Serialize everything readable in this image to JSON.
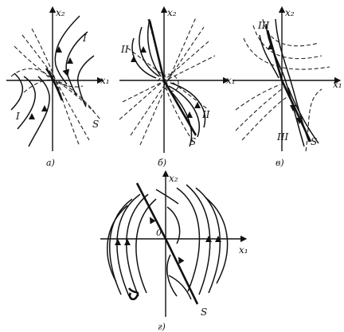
{
  "axis_labels": {
    "x1": "x₁",
    "x2": "x₂"
  },
  "origin_label": "0",
  "panels": {
    "a": {
      "caption": "а)",
      "curve_labels": [
        "I",
        "I"
      ],
      "switching_line": "S"
    },
    "b": {
      "caption": "б)",
      "curve_labels": [
        "II",
        "II"
      ],
      "switching_line": "S"
    },
    "c": {
      "caption": "в)",
      "curve_labels": [
        "III",
        "III"
      ],
      "switching_line": "S"
    },
    "d": {
      "caption": "г)",
      "switching_line": "S"
    }
  }
}
